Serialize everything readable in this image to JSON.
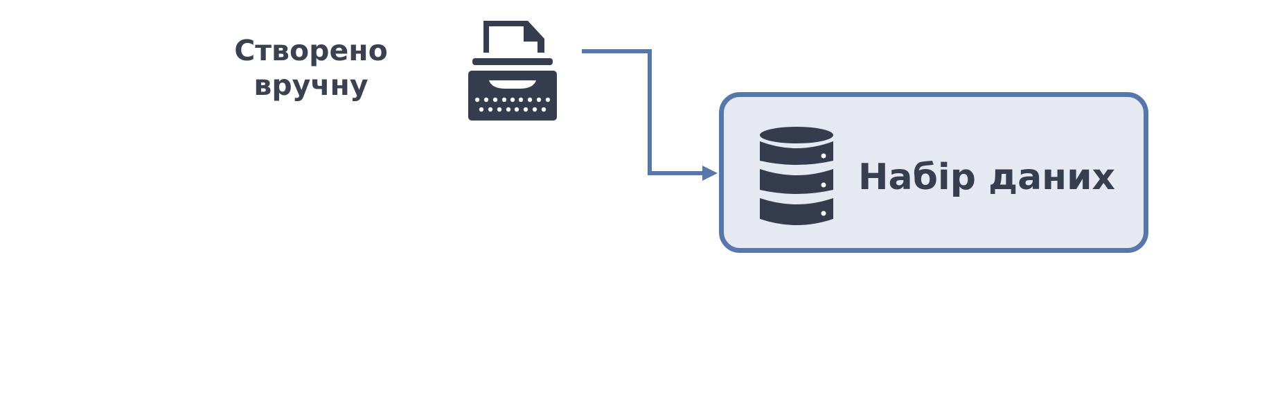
{
  "source": {
    "label_line1": "Створено",
    "label_line2": "вручну",
    "icon": "typewriter-icon"
  },
  "dataset": {
    "label": "Набір даних",
    "icon": "database-icon"
  },
  "colors": {
    "text": "#3a4252",
    "icon": "#343c4d",
    "accent": "#5577aa",
    "box_fill": "#e6e9f2",
    "background": "#ffffff"
  }
}
